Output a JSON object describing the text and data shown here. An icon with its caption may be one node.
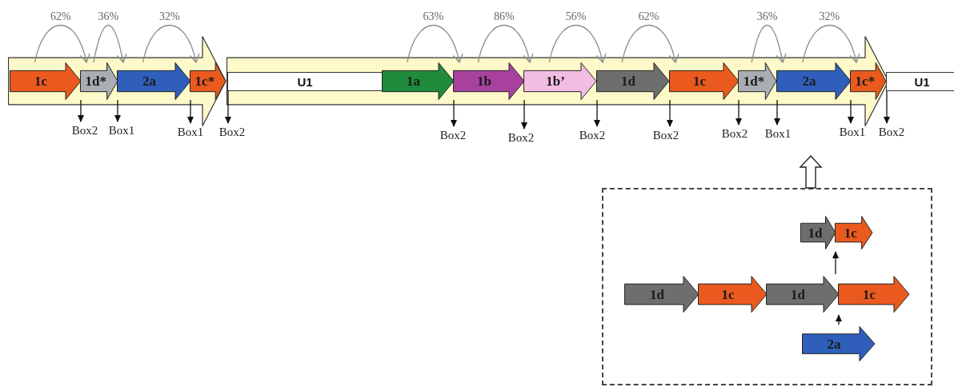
{
  "diagram": {
    "nodes": [
      {
        "text": [],
        "shape": "arrow"
      },
      {
        "text": [
          "1c"
        ],
        "in": 0
      },
      {
        "text": [
          "1d*"
        ],
        "in": 0
      },
      {
        "text": [
          "2a"
        ],
        "in": 0
      },
      {
        "text": [
          "1c*"
        ],
        "in": 0
      },
      {
        "text": [],
        "shape": "arrow"
      },
      {
        "text": [
          "U1"
        ],
        "in": 5
      },
      {
        "text": [
          "1a"
        ],
        "in": 5
      },
      {
        "text": [
          "1b"
        ],
        "in": 5
      },
      {
        "text": [
          "1b’"
        ],
        "in": 5
      },
      {
        "text": [
          "1d"
        ],
        "in": 5
      },
      {
        "text": [
          "1c"
        ],
        "in": 5
      },
      {
        "text": [
          "1d*"
        ],
        "in": 5
      },
      {
        "text": [
          "2a"
        ],
        "in": 5
      },
      {
        "text": [
          "1c*"
        ],
        "in": 5
      },
      {
        "text": [
          "U1"
        ]
      },
      {
        "text": [
          "Box2"
        ]
      },
      {
        "text": [
          "Box1"
        ]
      },
      {
        "text": [
          "Box1"
        ]
      },
      {
        "text": [
          "Box2"
        ]
      },
      {
        "text": [
          "Box2"
        ]
      },
      {
        "text": [
          "Box2"
        ]
      },
      {
        "text": [
          "Box2"
        ]
      },
      {
        "text": [
          "Box2"
        ]
      },
      {
        "text": [
          "Box2"
        ]
      },
      {
        "text": [
          "Box1"
        ]
      },
      {
        "text": [
          "Box1"
        ]
      },
      {
        "text": [
          "Box2"
        ]
      },
      {
        "text": [],
        "shape": "box"
      },
      {
        "text": [
          "1d"
        ],
        "in": 28
      },
      {
        "text": [
          "1c"
        ],
        "in": 28
      },
      {
        "text": [
          "1d"
        ],
        "in": 28
      },
      {
        "text": [
          "1c"
        ],
        "in": 28
      },
      {
        "text": [
          "1d"
        ],
        "in": 28
      },
      {
        "text": [
          "1c"
        ],
        "in": 28
      },
      {
        "text": [
          "2a"
        ],
        "in": 28
      }
    ],
    "edges": [
      {
        "from": 1,
        "to": 2,
        "arrow": "to",
        "label": "62%",
        "color": "#8c8c8c"
      },
      {
        "from": 2,
        "to": 3,
        "arrow": "to",
        "label": "36%",
        "color": "#8c8c8c"
      },
      {
        "from": 3,
        "to": 4,
        "arrow": "to",
        "label": "32%",
        "color": "#8c8c8c"
      },
      {
        "from": 7,
        "to": 8,
        "arrow": "to",
        "label": "63%",
        "color": "#8c8c8c"
      },
      {
        "from": 8,
        "to": 9,
        "arrow": "to",
        "label": "86%",
        "color": "#8c8c8c"
      },
      {
        "from": 9,
        "to": 10,
        "arrow": "to",
        "label": "56%",
        "color": "#8c8c8c"
      },
      {
        "from": 10,
        "to": 11,
        "arrow": "to",
        "label": "62%",
        "color": "#8c8c8c"
      },
      {
        "from": 12,
        "to": 13,
        "arrow": "to",
        "label": "36%",
        "color": "#8c8c8c"
      },
      {
        "from": 13,
        "to": 14,
        "arrow": "to",
        "label": "32%",
        "color": "#8c8c8c"
      },
      {
        "from": 2,
        "to": 16,
        "arrow": "to"
      },
      {
        "from": 3,
        "to": 17,
        "arrow": "to"
      },
      {
        "from": 4,
        "to": 18,
        "arrow": "to"
      },
      {
        "from": 6,
        "to": 19,
        "arrow": "to"
      },
      {
        "from": 8,
        "to": 20,
        "arrow": "to"
      },
      {
        "from": 9,
        "to": 21,
        "arrow": "to"
      },
      {
        "from": 10,
        "to": 22,
        "arrow": "to"
      },
      {
        "from": 11,
        "to": 23,
        "arrow": "to"
      },
      {
        "from": 12,
        "to": 24,
        "arrow": "to"
      },
      {
        "from": 13,
        "to": 25,
        "arrow": "to"
      },
      {
        "from": 14,
        "to": 26,
        "arrow": "to"
      },
      {
        "from": 15,
        "to": 27,
        "arrow": "to"
      },
      {
        "from": 28,
        "to": null,
        "arrow": "to",
        "style": "thick"
      },
      {
        "from": 35,
        "to": 34,
        "arrow": "to"
      },
      {
        "from": 34,
        "to": 30,
        "arrow": "to"
      }
    ]
  }
}
